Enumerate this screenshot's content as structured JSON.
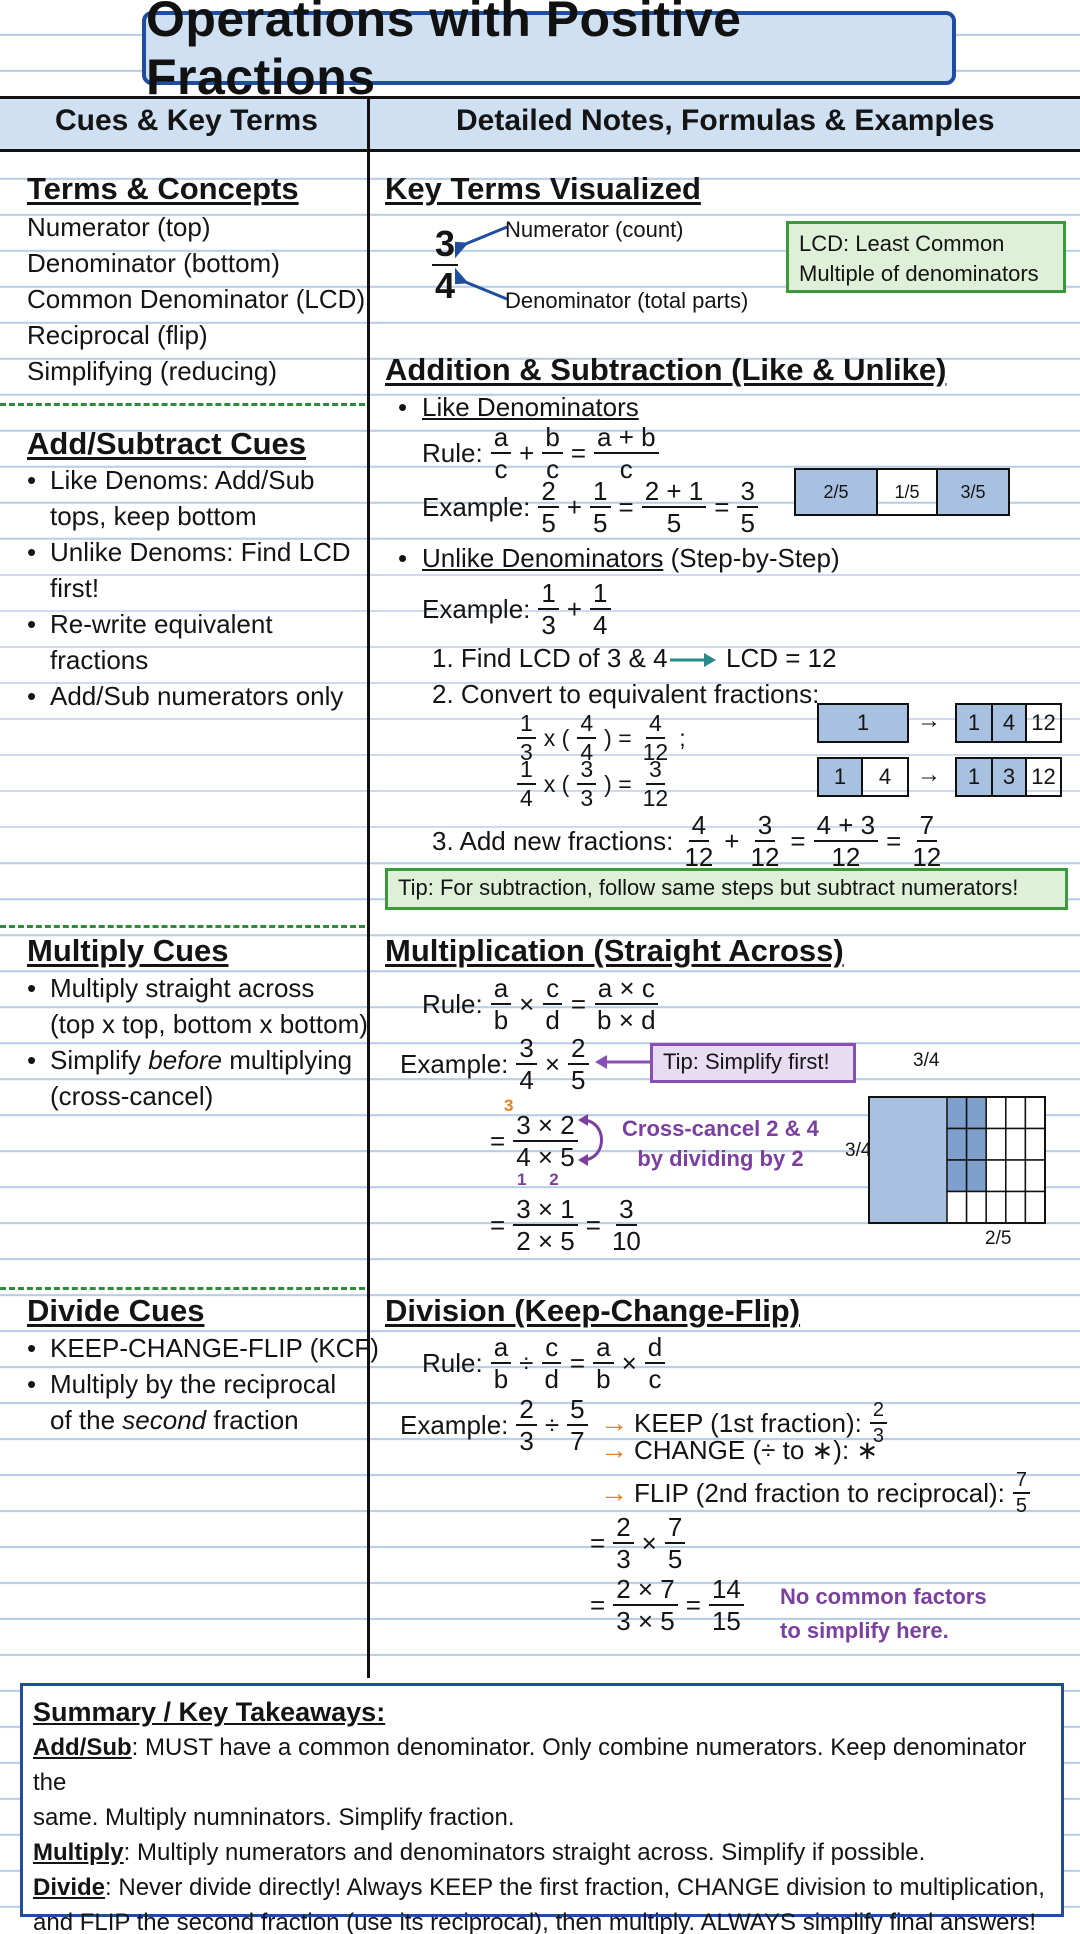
{
  "title": "Operations with Positive Fractions",
  "headers": {
    "left": "Cues & Key Terms",
    "right": "Detailed Notes, Formulas & Examples"
  },
  "terms": {
    "heading": "Terms & Concepts",
    "items": [
      "Numerator (top)",
      "Denominator (bottom)",
      "Common Denominator (LCD)",
      "Reciprocal (flip)",
      "Simplifying (reducing)"
    ]
  },
  "add_cues": {
    "heading": "Add/Subtract Cues",
    "items": [
      "Like Denoms: Add/Sub",
      "tops, keep bottom",
      "Unlike Denoms: Find LCD",
      "first!",
      "Re-write equivalent",
      "fractions",
      "Add/Sub numerators only"
    ]
  },
  "mult_cues": {
    "heading": "Multiply Cues",
    "items": [
      "Multiply straight across",
      "(top x top, bottom x bottom)",
      "Simplify",
      "before",
      "multiplying",
      "(cross-cancel)"
    ]
  },
  "div_cues": {
    "heading": "Divide Cues",
    "items": [
      "KEEP-CHANGE-FLIP (KCF)",
      "Multiply by the reciprocal",
      "of the",
      "second",
      "fraction"
    ]
  },
  "key_terms": {
    "heading": "Key Terms Visualized",
    "num": "3",
    "den": "4",
    "numerator_label": "Numerator (count)",
    "denominator_label": "Denominator (total parts)",
    "lcd_box": [
      "LCD: Least Common",
      "Multiple of denominators"
    ]
  },
  "addsub": {
    "heading": "Addition & Subtraction (Like & Unlike)",
    "like_heading": "Like Denominators",
    "rule_label": "Rule:",
    "example_label": "Example:",
    "unlike_heading": "Unlike Denominators",
    "unlike_suffix": "(Step-by-Step)",
    "step1": "1. Find LCD of 3 & 4",
    "step1_result": "LCD = 12",
    "step2": "2. Convert to equivalent fractions:",
    "step3": "3. Add new fractions:",
    "tip": "Tip: For subtraction, follow same steps but subtract numerators!",
    "bar_like": [
      "2/5",
      "1/5",
      "3/5"
    ],
    "bar_row1": [
      "1",
      "1",
      "4",
      "12"
    ],
    "bar_row2": [
      "1",
      "4",
      "1",
      "3",
      "12"
    ]
  },
  "mult": {
    "heading": "Multiplication (Straight Across)",
    "rule_label": "Rule:",
    "example_label": "Example:",
    "tip": "Tip: Simplify first!",
    "cross_note": [
      "Cross-cancel 2 & 4",
      "by dividing by 2"
    ],
    "cancel_top": "3",
    "cancel_bottom": [
      "1",
      "2"
    ],
    "grid_top_label": "3/4",
    "grid_left_label": "3/4",
    "grid_bottom_label": "2/5"
  },
  "div": {
    "heading": "Division (Keep-Change-Flip)",
    "rule_label": "Rule:",
    "example_label": "Example:",
    "keep": "KEEP (1st fraction):",
    "change": "CHANGE (÷ to ∗): ∗",
    "flip": "FLIP (2nd fraction to reciprocal):",
    "note": [
      "No common factors",
      "to simplify here."
    ]
  },
  "summary": {
    "heading": "Summary / Key Takeaways:",
    "addsub_label": "Add/Sub",
    "addsub_text1": ": MUST have a common denominator. Only combine numerators. Keep denominator the",
    "addsub_text2": "same. Multiply numninators. Simplify fraction.",
    "mult_label": "Multiply",
    "mult_text": ": Multiply numerators and denominators straight across. Simplify if possible.",
    "div_label": "Divide",
    "div_text1": ": Never divide directly! Always KEEP the first fraction, CHANGE division to multiplication,",
    "div_text2": "and FLIP the second fraction (use its reciprocal), then multiply. ALWAYS simplify final answers!"
  },
  "colors": {
    "accent_blue": "#1f4e9e",
    "header_fill": "#cfe0f3",
    "tip_green": "#3c9a3c",
    "note_purple": "#7b3fa0",
    "arrow_orange": "#e67e22"
  }
}
